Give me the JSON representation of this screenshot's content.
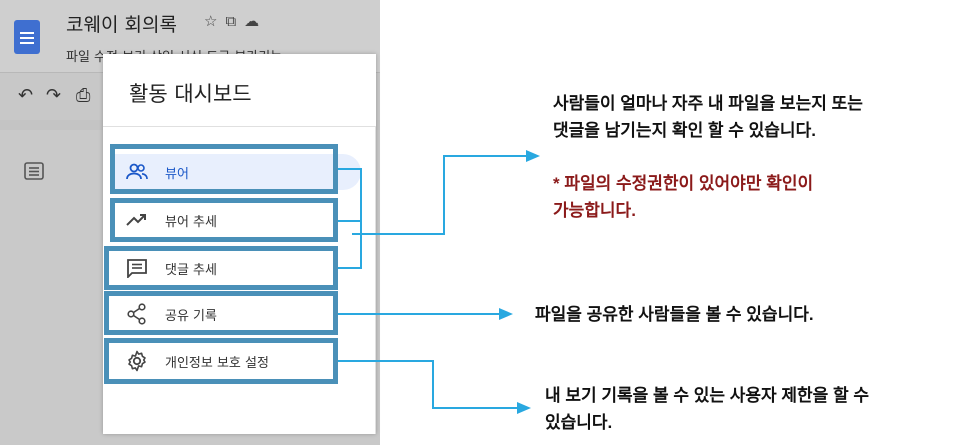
{
  "docs": {
    "title": "코웨이 회의록",
    "title_icons": [
      "star-icon",
      "folder-move-icon",
      "cloud-status-icon"
    ],
    "menu": "파일  수정  보기  삽입  서식  도구  부가기능",
    "toolbar_icons": [
      "undo-icon",
      "redo-icon",
      "print-icon"
    ]
  },
  "dashboard": {
    "title": "활동 대시보드",
    "items": [
      {
        "label": "뷰어",
        "icon": "people-icon",
        "active": true
      },
      {
        "label": "뷰어 추세",
        "icon": "trend-icon",
        "active": false
      },
      {
        "label": "댓글 추세",
        "icon": "comment-icon",
        "active": false
      },
      {
        "label": "공유 기록",
        "icon": "share-icon",
        "active": false
      },
      {
        "label": "개인정보 보호 설정",
        "icon": "gear-icon",
        "active": false
      }
    ]
  },
  "annotations": {
    "viewers_note_line1": "사람들이 얼마나 자주 내 파일을 보는지 또는",
    "viewers_note_line2": "댓글을 남기는지 확인 할 수 있습니다.",
    "permission_note_line1": "* 파일의 수정권한이 있어야만 확인이",
    "permission_note_line2": "가능합니다.",
    "share_note": "파일을 공유한 사람들을 볼 수 있습니다.",
    "privacy_note_line1": "내 보기 기록을 볼 수 있는 사용자 제한을 할 수",
    "privacy_note_line2": "있습니다."
  },
  "colors": {
    "highlight_border": "#4a90b8",
    "connector": "#29a8e0",
    "active_bg": "#e8effd",
    "active_text": "#1a57c8",
    "warning_text": "#8b1a1a"
  }
}
